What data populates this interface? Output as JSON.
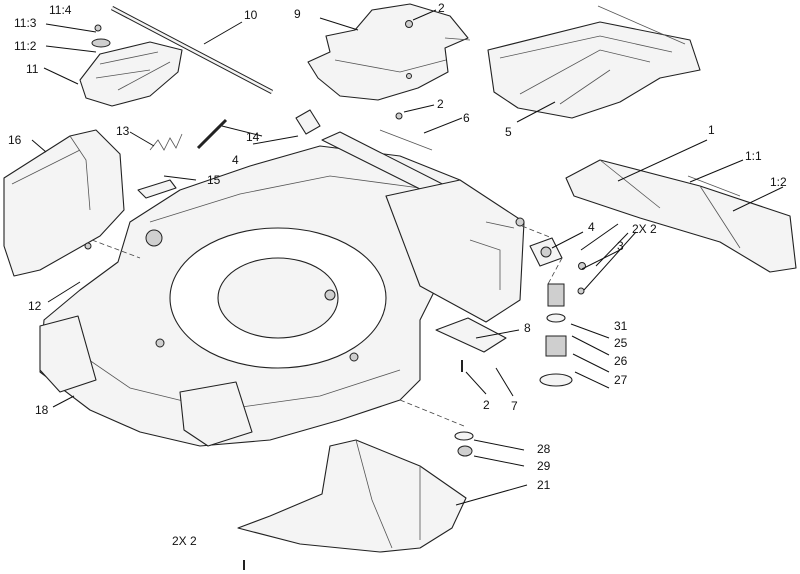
{
  "callouts": {
    "c1": "1",
    "c1_1": "1:1",
    "c1_2": "1:2",
    "c2a": "2",
    "c2b": "2",
    "c2c": "2",
    "c2x2a": "2X 2",
    "c2x2b": "2X 2",
    "c3": "3",
    "c4a": "4",
    "c4b": "4",
    "c5": "5",
    "c6": "6",
    "c7": "7",
    "c8": "8",
    "c9": "9",
    "c10": "10",
    "c11": "11",
    "c11_2": "11:2",
    "c11_3": "11:3",
    "c11_4": "11:4",
    "c12": "12",
    "c13": "13",
    "c14": "14",
    "c15": "15",
    "c16": "16",
    "c18": "18",
    "c21": "21",
    "c25": "25",
    "c26": "26",
    "c27": "27",
    "c28": "28",
    "c29": "29",
    "c31": "31"
  }
}
